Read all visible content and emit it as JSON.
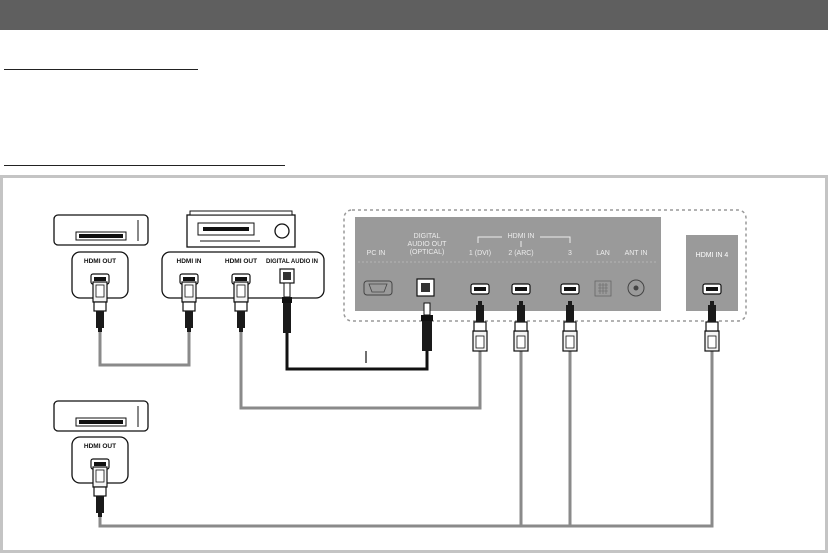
{
  "labels": {
    "hdmi_out_1": "HDMI OUT",
    "hdmi_in_av": "HDMI IN",
    "hdmi_out_av": "HDMI OUT",
    "digital_audio_in": "DIGITAL AUDIO IN",
    "hdmi_out_2": "HDMI OUT",
    "pc_in": "PC IN",
    "digital_audio_out_1": "DIGITAL",
    "digital_audio_out_2": "AUDIO OUT",
    "digital_audio_out_3": "(OPTICAL)",
    "hdmi_in_group": "HDMI IN",
    "hdmi_in_1": "1 (DVI)",
    "hdmi_in_2": "2 (ARC)",
    "hdmi_in_3": "3",
    "lan": "LAN",
    "ant_in": "ANT IN",
    "hdmi_in_4": "HDMI IN 4"
  },
  "colors": {
    "header_bar": "#5f5f5f",
    "tv_panel": "#9a9a9a",
    "frame_border": "#c4c4c4",
    "cable_gray": "#8a8a8a",
    "cable_black": "#111111"
  }
}
